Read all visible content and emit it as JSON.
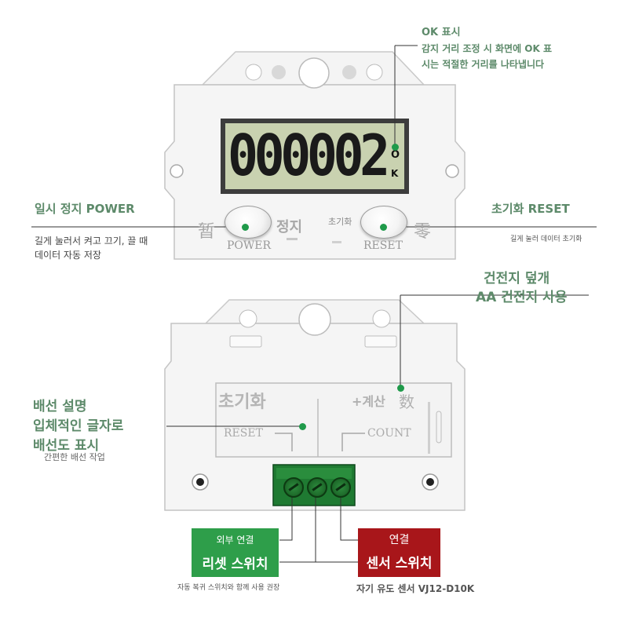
{
  "lcd": {
    "digits": "000002",
    "side_top": "O",
    "side_bottom": "K"
  },
  "ok_note": {
    "title": "OK 표시",
    "line1": "감지 거리 조정 시 화면에 OK 표",
    "line2": "시는 적절한 거리를 나타냅니다"
  },
  "power": {
    "title": "일시 정지 POWER",
    "line1": "길게 눌러서 켜고 끄기, 끌 때",
    "line2": "데이터 자동 저장",
    "btn_label": "POWER",
    "char_left": "暂",
    "char_right": "정지"
  },
  "reset": {
    "title": "초기화 RESET",
    "line1": "길게 눌러 데이터 초기화",
    "btn_label": "RESET",
    "top_label": "초기화",
    "char_right": "零"
  },
  "battery": {
    "line1": "건전지 덮개",
    "line2": "AA 건전지 사용"
  },
  "back": {
    "title_ko": "초기화",
    "count_ko": "+계산",
    "count_cn": "数",
    "reset_en": "RESET",
    "count_en": "COUNT"
  },
  "wiring": {
    "line1": "배선 설명",
    "line2": "입체적인 글자로",
    "line3": "배선도 표시",
    "sub": "간편한 배선 작업"
  },
  "external": {
    "top": "외부 연결",
    "main": "리셋 스위치",
    "sub": "자동 복귀 스위치와 함께 사용 권장"
  },
  "connect": {
    "top": "연결",
    "main": "센서 스위치",
    "sub": "자기 유도 센서 VJ12-D10K"
  },
  "colors": {
    "green_text": "#5d8a6a",
    "green_box": "#2e9e4a",
    "red_box": "#a8161a",
    "dot": "#1f9a4a",
    "lcd_bg": "#c9d2b0"
  }
}
